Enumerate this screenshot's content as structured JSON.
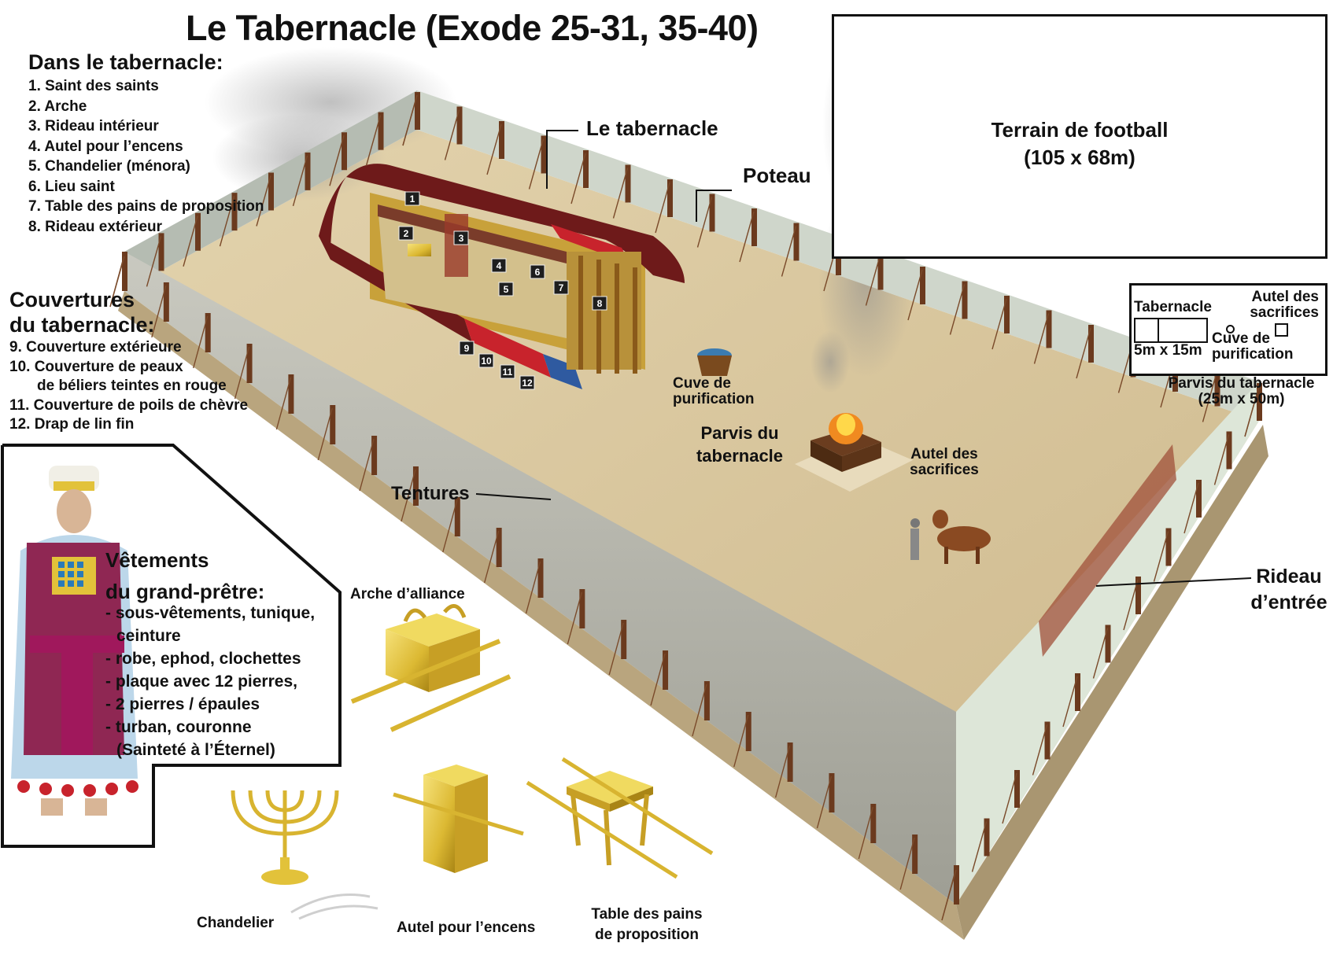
{
  "title": "Le Tabernacle (Exode 25-31, 35-40)",
  "inside": {
    "heading": "Dans le tabernacle:",
    "items": [
      "1. Saint des saints",
      "2. Arche",
      "3. Rideau intérieur",
      "4. Autel pour l’encens",
      "5. Chandelier (ménora)",
      "6. Lieu saint",
      "7. Table des pains de proposition",
      "8. Rideau extérieur"
    ]
  },
  "coverings": {
    "heading_line1": "Couvertures",
    "heading_line2": "du tabernacle:",
    "items": [
      "9. Couverture extérieure",
      "10. Couverture de peaux",
      "de béliers teintes en rouge",
      "11. Couverture de poils de chèvre",
      "12. Drap de lin fin"
    ]
  },
  "garments": {
    "heading_line1": "Vêtements",
    "heading_line2": "du grand-prêtre:",
    "items": [
      "- sous-vêtements, tunique,",
      "ceinture",
      "- robe, ephod, clochettes",
      "- plaque avec 12 pierres,",
      "- 2 pierres / épaules",
      "- turban, couronne",
      "(Sainteté à l’Éternel)"
    ]
  },
  "football": {
    "line1": "Terrain de football",
    "line2": "(105 x 68m)"
  },
  "scale": {
    "tabernacle": "Tabernacle",
    "tabernacle_size": "5m x 15m",
    "altar_l1": "Autel des",
    "altar_l2": "sacrifices",
    "basin_l1": "Cuve de",
    "basin_l2": "purification",
    "court_l1": "Parvis du tabernacle",
    "court_l2": "(25m x 50m)"
  },
  "callouts": {
    "tabernacle": "Le tabernacle",
    "post": "Poteau",
    "basin_l1": "Cuve de",
    "basin_l2": "purification",
    "court_l1": "Parvis du",
    "court_l2": "tabernacle",
    "altar_l1": "Autel des",
    "altar_l2": "sacrifices",
    "hangings": "Tentures",
    "gate_l1": "Rideau",
    "gate_l2": "d’entrée"
  },
  "furniture": {
    "ark": "Arche d’alliance",
    "lampstand": "Chandelier",
    "incense_altar": "Autel pour l’encens",
    "table_l1": "Table des pains",
    "table_l2": "de proposition"
  },
  "markers": [
    "1",
    "2",
    "3",
    "4",
    "5",
    "6",
    "7",
    "8",
    "9",
    "10",
    "11",
    "12"
  ],
  "colors": {
    "ground": "#dccaa2",
    "wall": "#b7b7ad",
    "post": "#6b3a1e",
    "roof": "#6e1a1a",
    "gold": "#e2c23a",
    "gate": "#a0503a",
    "robe_blue": "#bcd7ea",
    "ephod": "#a0185c"
  }
}
